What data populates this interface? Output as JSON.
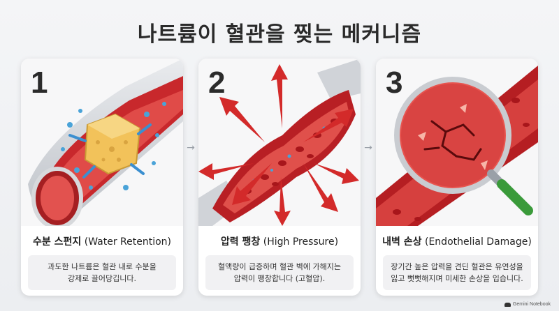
{
  "title": "나트륨이 혈관을 찢는 메커니즘",
  "cards": [
    {
      "number": "1",
      "title_ko": "수분 스펀지",
      "title_en": "(Water Retention)",
      "desc_line1": "과도한 나트륨은 혈관 내로 수분을",
      "desc_line2": "강제로 끌어당깁니다."
    },
    {
      "number": "2",
      "title_ko": "압력 팽창",
      "title_en": "(High Pressure)",
      "desc_line1": "혈액량이 급증하며 혈관 벽에 가해지는",
      "desc_line2": "압력이 팽창합니다 (고혈압)."
    },
    {
      "number": "3",
      "title_ko": "내벽 손상",
      "title_en": "(Endothelial Damage)",
      "desc_line1": "장기간 높은 압력을 견딘 혈관은 유연성을",
      "desc_line2": "잃고 뻣뻣해지며 미세한 손상을 입습니다."
    }
  ],
  "arrow_glyph": "→",
  "brand": "Gemini Notebook",
  "icons": [
    "sponge-icon",
    "pressure-arrows-icon",
    "magnifier-icon"
  ],
  "colors": {
    "vessel_red": "#c8282c",
    "blood_cell": "#d8373a",
    "sponge": "#f2c25a",
    "water_drop": "#4aa3d8",
    "arrow_red": "#d32a2a",
    "magnifier_handle": "#3a9a3a"
  }
}
